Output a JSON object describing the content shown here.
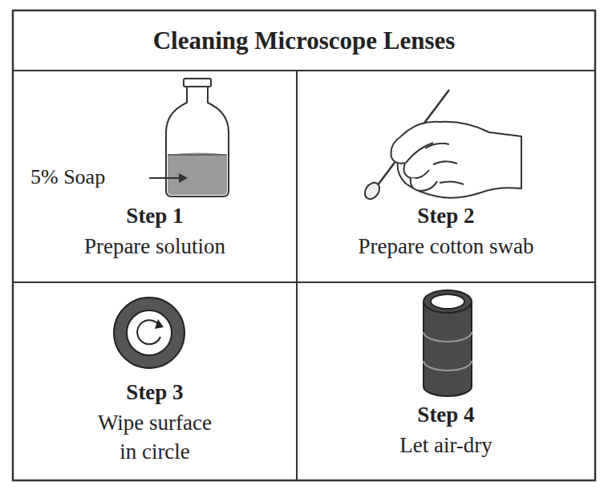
{
  "diagram": {
    "title": "Cleaning Microscope Lenses",
    "nodes": [
      {
        "text": [
          "Step 1",
          "Prepare solution"
        ]
      },
      {
        "text": [
          "Step 2",
          "Prepare cotton swab"
        ]
      },
      {
        "text": [
          "Step 3",
          "Wipe surface in circle"
        ]
      },
      {
        "text": [
          "Step 4",
          "Let air-dry"
        ]
      }
    ],
    "labels": [
      "5% Soap"
    ]
  }
}
